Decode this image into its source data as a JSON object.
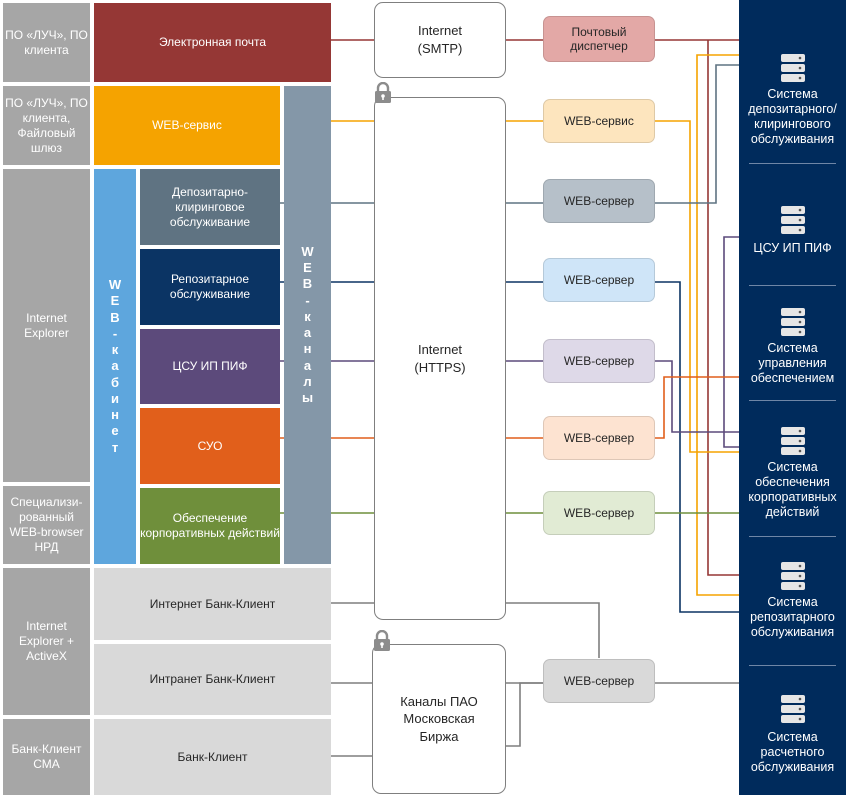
{
  "clients": {
    "luch_client": "ПО «ЛУЧ», ПО клиента",
    "luch_gateway": "ПО «ЛУЧ», ПО клиента, Файловый шлюз",
    "ie": "Internet Explorer",
    "special_browser": "Специализи-рованный WEB-browser НРД",
    "ie_activex": "Internet Explorer + ActiveX",
    "bk_sma": "Банк-Клиент СМА"
  },
  "services": {
    "email": "Электронная почта",
    "web_service": "WEB-сервис",
    "depo_clearing": "Депозитарно-клиринговое обслуживание",
    "repository": "Репозитарное обслуживание",
    "csu": "ЦСУ ИП ПИФ",
    "suo": "СУО",
    "corp_actions": "Обеспечение корпоративных действий",
    "inet_bk": "Интернет Банк-Клиент",
    "intra_bk": "Интранет Банк-Клиент",
    "bk": "Банк-Клиент"
  },
  "vertical": {
    "web_cabinet": "W E B - к а б и н е т",
    "web_channels": "W E B - к а н а л ы"
  },
  "networks": {
    "smtp": "Internet (SMTP)",
    "https": "Internet (HTTPS)",
    "moex": "Каналы ПАО Московская Биржа"
  },
  "servers": {
    "mail_dispatcher": "Почтовый диспетчер",
    "web_service": "WEB-сервис",
    "web_server_1": "WEB-сервер",
    "web_server_2": "WEB-сервер",
    "web_server_3": "WEB-сервер",
    "web_server_4": "WEB-сервер",
    "web_server_5": "WEB-сервер",
    "web_server_6": "WEB-сервер"
  },
  "systems": {
    "depo_clearing": "Система депозитарного/ клирингового обслуживания",
    "csu": "ЦСУ ИП ПИФ",
    "collateral": "Система управления обеспечением",
    "corp_actions": "Система обеспечения корпоративных действий",
    "repository": "Система репозитарного обслуживания",
    "settlement": "Система расчетного обслуживания"
  },
  "colors": {
    "client_gray": "#a6a6a6",
    "email_red": "#953735",
    "web_orange": "#f5a300",
    "depo_slate": "#5f7382",
    "repo_navy": "#0b3464",
    "csu_purple": "#5c4a7b",
    "suo_orange": "#e15f1b",
    "corp_green": "#6f8f3b",
    "bk_gray": "#d9d9d9",
    "panel_navy": "#002b5c"
  },
  "icons": {
    "server": "server-icon",
    "lock": "padlock-icon"
  }
}
